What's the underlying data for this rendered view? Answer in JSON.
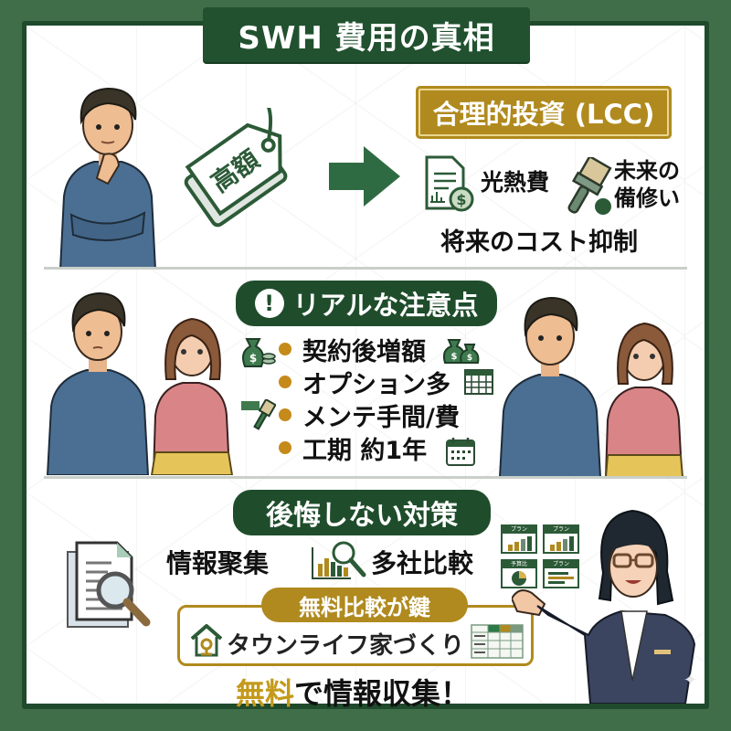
{
  "title": "SWH 費用の真相",
  "section1": {
    "tag_label": "高額",
    "lcc_label": "合理的投資 (LCC)",
    "items": [
      {
        "label": "光熱費",
        "icon": "bill-dollar-icon"
      },
      {
        "label_line1": "未来の",
        "label_line2": "備修い",
        "icon": "paintbrush-icon"
      }
    ],
    "summary": "将来のコスト抑制"
  },
  "section2": {
    "header": "リアルな注意点",
    "header_icon": "exclamation-icon",
    "bullets": [
      {
        "label": "契約後増額",
        "icon": "money-bags-icon"
      },
      {
        "label": "オプション多",
        "icon": "grid-calendar-icon"
      },
      {
        "label": "メンテ手間/費",
        "icon": "paint-roller-icon"
      },
      {
        "label": "工期 約1年",
        "icon": "calendar-icon"
      }
    ]
  },
  "section3": {
    "header": "後悔しない対策",
    "item1": "情報聚集",
    "item2": "多社比較",
    "mini_charts": [
      "プラン",
      "プラン",
      "予算比",
      "プラン"
    ],
    "key_badge": "無料比較が鍵",
    "service_name": "タウンライフ家づくり",
    "cta_highlight": "無料",
    "cta_rest": "で情報収集！"
  },
  "colors": {
    "frame_green": "#3f6e49",
    "dark_green": "#1f4d2c",
    "gold": "#b08a1e",
    "bullet_dot": "#c58a1a"
  }
}
